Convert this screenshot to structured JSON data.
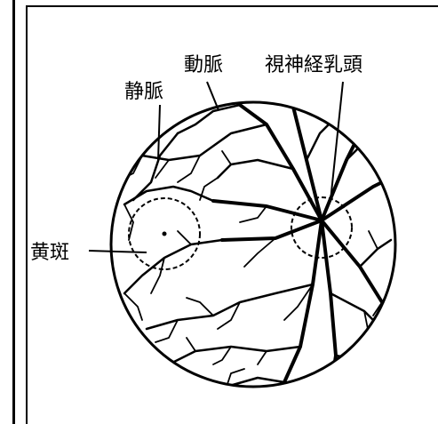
{
  "labels": {
    "artery": "動脈",
    "vein": "静脈",
    "optic_disc": "視神経乳頭",
    "macula": "黄斑"
  },
  "colors": {
    "ink": "#000000",
    "background": "#ffffff"
  }
}
